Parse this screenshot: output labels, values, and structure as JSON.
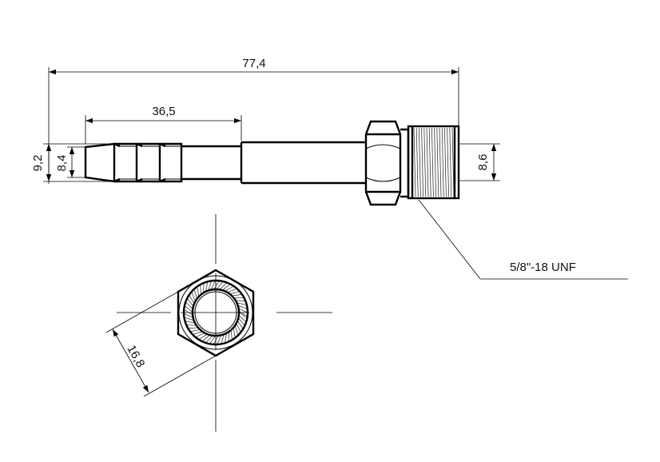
{
  "dimensions": {
    "overall_length": "77,4",
    "barb_length": "36,5",
    "outer_diameter": "9,2",
    "barb_diameter": "8,4",
    "thread_diameter": "8,6",
    "hex_across_flats": "16,8"
  },
  "thread_callout": "5/8\"-18 UNF"
}
